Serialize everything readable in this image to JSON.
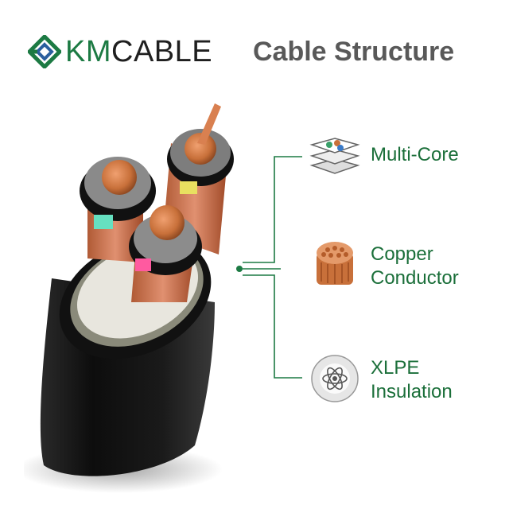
{
  "header": {
    "brand_km": "KM",
    "brand_cable": "CABLE",
    "title": "Cable Structure"
  },
  "features": [
    {
      "line1": "Multi-Core",
      "line2": "",
      "icon": "layers-icon"
    },
    {
      "line1": "Copper",
      "line2": "Conductor",
      "icon": "copper-strands-icon"
    },
    {
      "line1": "XLPE",
      "line2": "Insulation",
      "icon": "atom-icon"
    }
  ],
  "colors": {
    "brand_green": "#1c7a43",
    "title_gray": "#595959",
    "copper": "#c8703a",
    "cable_black": "#151515"
  }
}
